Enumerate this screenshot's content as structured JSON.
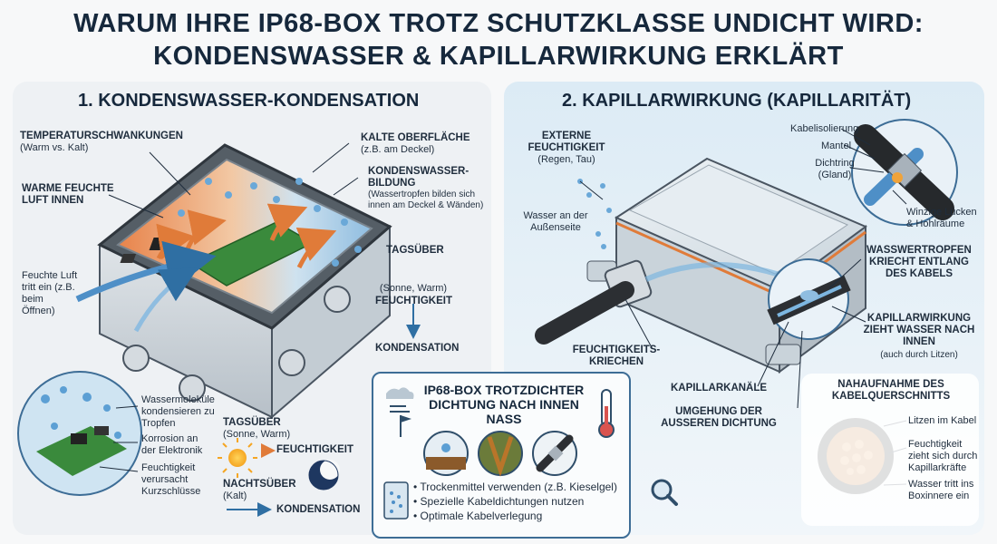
{
  "title_line1": "WARUM IHRE IP68-BOX TROTZ SCHUTZKLASSE UNDICHT WIRD:",
  "title_line2": "KONDENSWASSER & KAPILLARWIRKUNG ERKLÄRT",
  "left": {
    "heading": "1. KONDENSWASSER-KONDENSATION",
    "temp_title": "TEMPERATURSCHWANKUNGEN",
    "temp_sub": "(Warm vs. Kalt)",
    "warm_title": "WARME FEUCHTE LUFT INNEN",
    "cold_title": "KALTE OBERFLÄCHE",
    "cold_sub": "(z.B. am Deckel)",
    "kond_title": "KONDENSWASSER-BILDUNG",
    "kond_sub": "(Wassertropfen bilden sich innen am Deckel & Wänden)",
    "enter_text": "Feuchte Luft tritt ein (z.B. beim Öffnen)",
    "day_title": "TAGSÜBER",
    "day_sub": "(Sonne, Warm)",
    "day_feucht": "FEUCHTIGKEIT",
    "day_kond": "KONDENSATION",
    "mol_text": "Wassermoleküle kondensieren zu Tropfen",
    "corr_text": "Korrosion an der Elektronik",
    "short_text": "Feuchtigkeit verursacht Kurzschlüsse",
    "day2_title": "TAGSÜBER",
    "day2_sub": "(Sonne, Warm)",
    "day2_feucht": "FEUCHTIGKEIT",
    "night_title": "NACHTSÜBER",
    "night_sub": "(Kalt)",
    "night_kond": "KONDENSATION"
  },
  "right": {
    "heading": "2. KAPILLARWIRKUNG (KAPILLARITÄT)",
    "ext_title": "EXTERNE FEUCHTIGKEIT",
    "ext_sub": "(Regen, Tau)",
    "outside_text": "Wasser an der Außenseite",
    "creep_title": "FEUCHTIGKEITS-KRIECHEN",
    "kanal_title": "KAPILLARKANÄLE",
    "umg_title": "UMGEHUNG DER AUSSEREN DICHTUNG",
    "iso": "Kabelisolierung",
    "mantel": "Mantel",
    "dicht": "Dichtring (Gland)",
    "gaps": "Winzige Lücken & Hohlräume",
    "drop_title": "WASSWERTROPFEN KRIECHT ENTLANG DES KABELS",
    "cap_title": "KAPILLARWIRKUNG ZIEHT WASSER NACH INNEN",
    "cap_sub": "(auch durch Litzen)",
    "cross_title": "NAHAUFNAHME DES KABELQUERSCHNITTS",
    "litzen": "Litzen im Kabel",
    "zieht": "Feuchtigkeit zieht sich durch Kapillarkräfte",
    "tritt": "Wasser tritt ins Boxinnere ein"
  },
  "infobox": {
    "title": "IP68-BOX TROTZDICHTER DICHTUNG NACH INNEN NASS",
    "bullets": [
      "• Trockenmittel verwenden (z.B. Kieselgel)",
      "• Spezielle Kabeldichtungen nutzen",
      "• Optimale Kabelverlegung"
    ]
  },
  "colors": {
    "warm": "#e8834a",
    "cold": "#8fbde0",
    "accent": "#2f6fa3",
    "dark": "#16283c"
  }
}
